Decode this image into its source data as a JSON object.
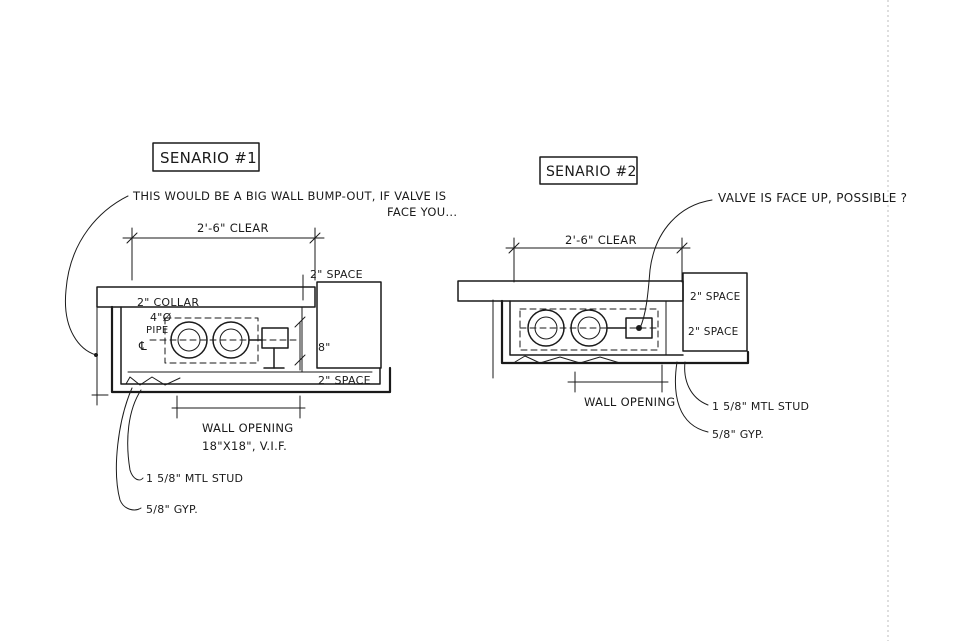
{
  "scenario1": {
    "title": "SENARIO #1",
    "note_line1": "THIS WOULD BE A BIG WALL BUMP-OUT, IF VALVE IS",
    "note_line2": "FACE YOU...",
    "clear_dim": "2'-6\" CLEAR",
    "space_top": "2\" SPACE",
    "collar": "2\" COLLAR",
    "pipe_size": "4\"Ø",
    "pipe_word": "PIPE",
    "centerline": "℄",
    "dim_8": "8\"",
    "space_bottom": "2\" SPACE",
    "wall_opening_line1": "WALL OPENING",
    "wall_opening_line2": "18\"X18\", V.I.F.",
    "stud": "1 5/8\" MTL STUD",
    "gyp": "5/8\" GYP."
  },
  "scenario2": {
    "title": "SENARIO #2",
    "note": "VALVE IS FACE UP, POSSIBLE ?",
    "clear_dim": "2'-6\" CLEAR",
    "space_top": "2\" SPACE",
    "space_bottom": "2\" SPACE",
    "wall_opening": "WALL OPENING",
    "stud": "1 5/8\" MTL STUD",
    "gyp": "5/8\" GYP."
  }
}
